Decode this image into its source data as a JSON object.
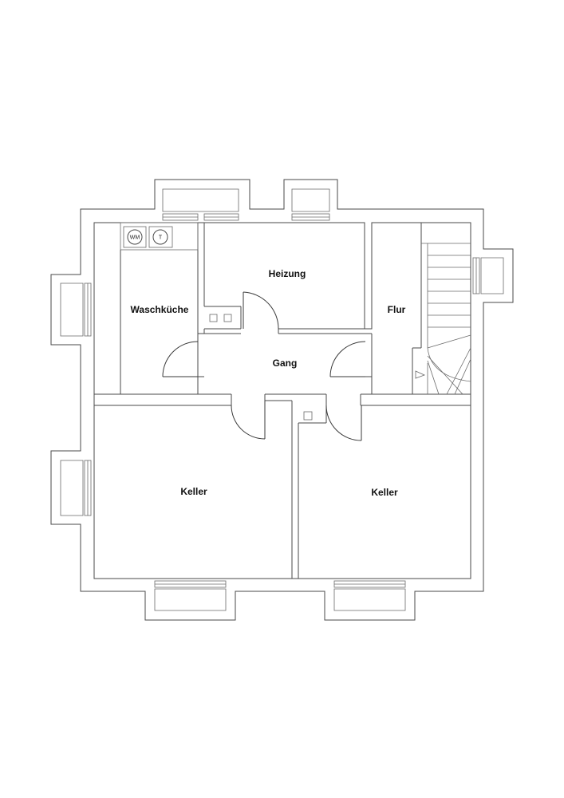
{
  "rooms": {
    "waschkueche": "Waschküche",
    "heizung": "Heizung",
    "flur": "Flur",
    "gang": "Gang",
    "keller_left": "Keller",
    "keller_right": "Keller"
  },
  "appliances": {
    "washing_machine": "WM",
    "dryer": "T"
  }
}
